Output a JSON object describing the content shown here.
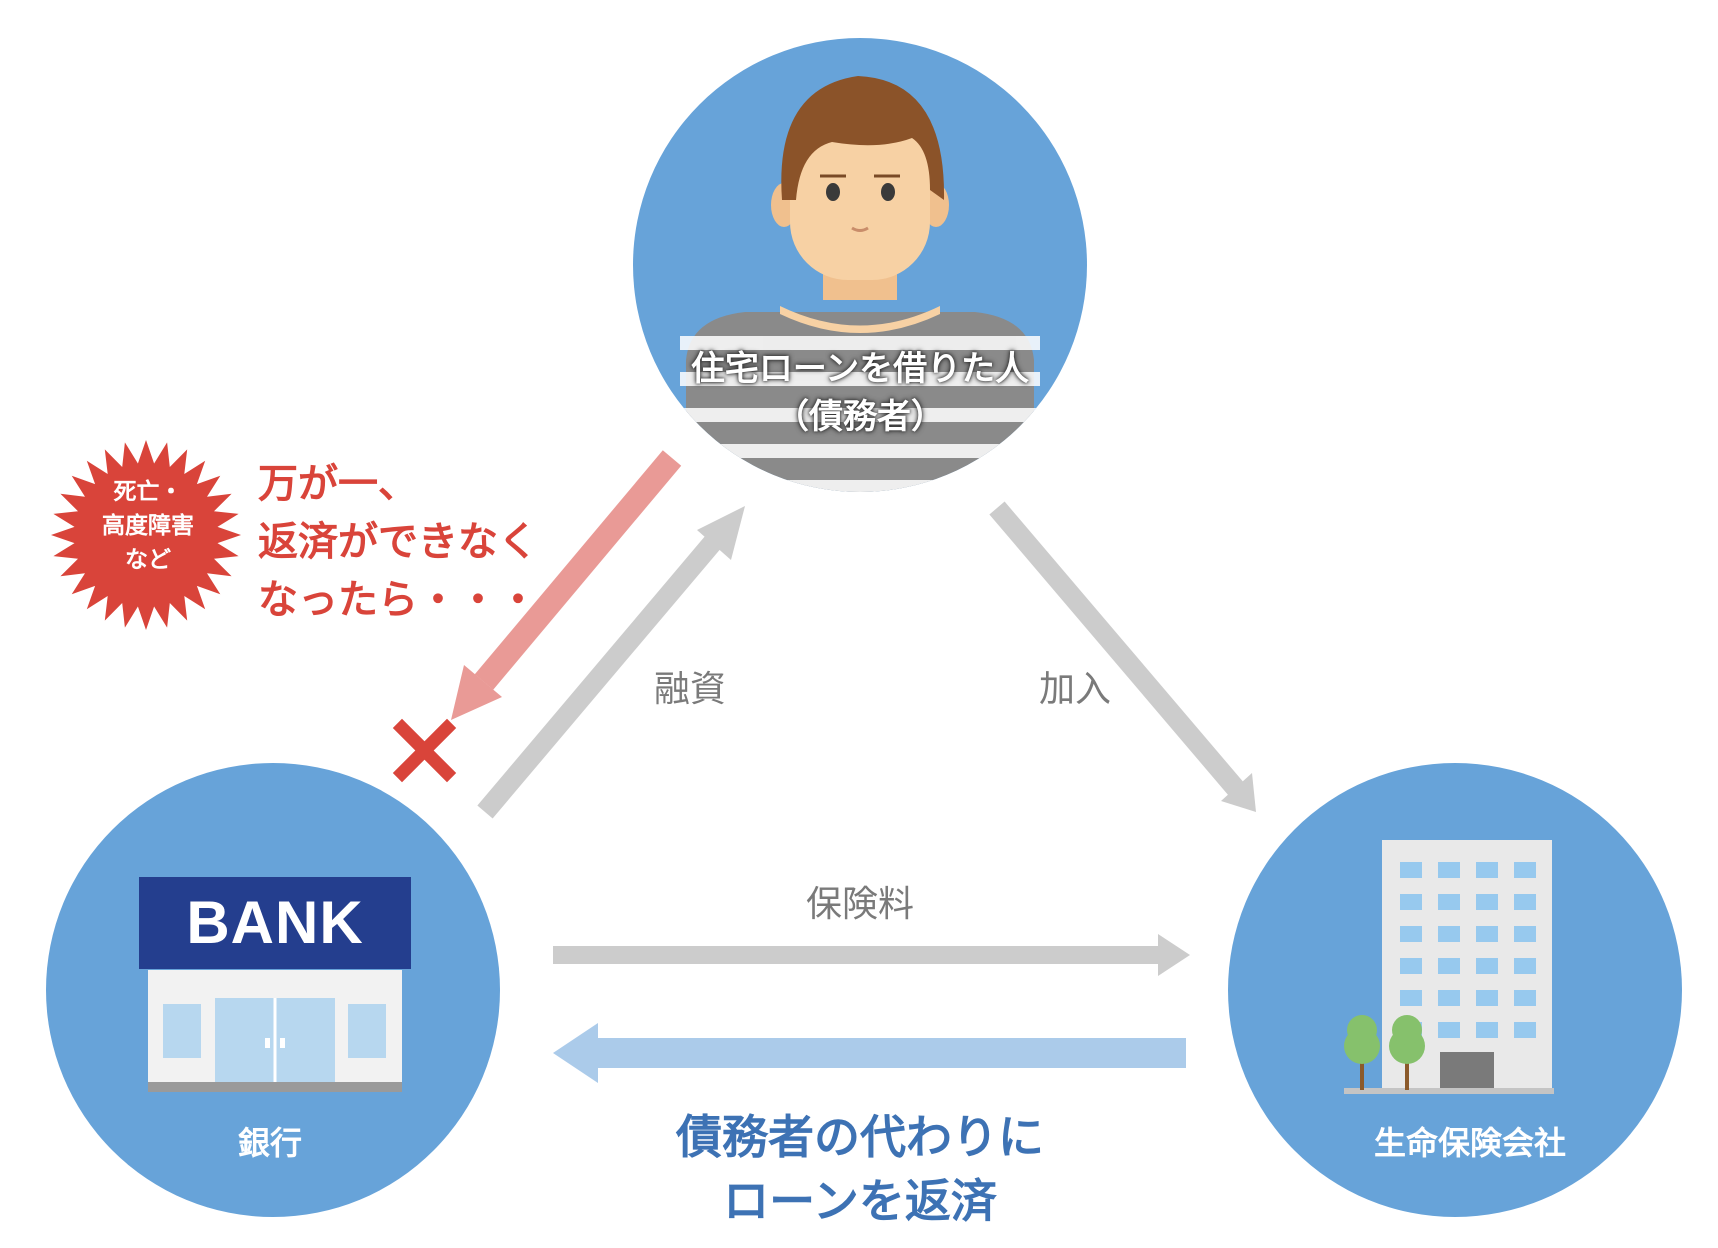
{
  "nodes": {
    "debtor": {
      "label_line1": "住宅ローンを借りた人",
      "label_line2": "（債務者）"
    },
    "bank": {
      "label": "銀行",
      "sign": "BANK"
    },
    "insurer": {
      "label": "生命保険会社"
    }
  },
  "flows": {
    "loan": "融資",
    "join": "加入",
    "premium": "保険料"
  },
  "warning": {
    "burst_lines": [
      "死亡・",
      "高度障害",
      "など"
    ],
    "lines": [
      "万が一、",
      "返済ができなく",
      "なったら・・・"
    ]
  },
  "repayment": {
    "lines": [
      "債務者の代わりに",
      "ローンを返済"
    ]
  },
  "colors": {
    "circle": "#67a3d9",
    "gray_arrow": "#cccccc",
    "red_arrow": "#e99a96",
    "red_text": "#d9443a",
    "repay_arrow": "#abcbea",
    "repay_text": "#3d72b4",
    "bank_sign": "#243e8e"
  }
}
